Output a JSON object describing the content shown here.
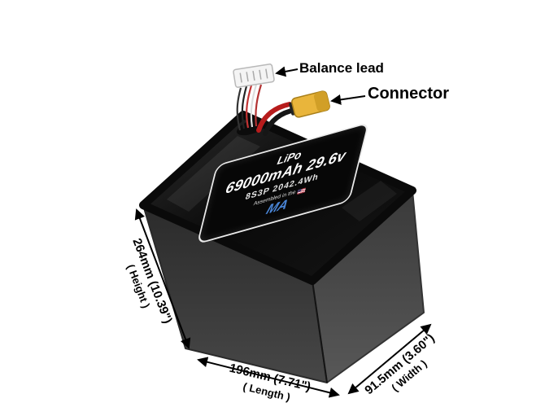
{
  "product": {
    "label": {
      "chemistry": "LiPo",
      "capacity": "69000mAh 29.6v",
      "configuration": "8S3P 2042.4Wh",
      "assembled_text": "Assembled in the",
      "logo": "MA"
    }
  },
  "callouts": {
    "balance_lead": "Balance lead",
    "connector": "Connector"
  },
  "dimensions": {
    "height": {
      "value": "264mm (10.39\")",
      "label": "( Height )"
    },
    "length": {
      "value": "196mm (7.71\")",
      "label": "( Length )"
    },
    "width": {
      "value": "91.5mm (3.60\")",
      "label": "( Width )"
    }
  },
  "colors": {
    "background": "#ffffff",
    "battery_top": "#0d0d0d",
    "battery_body": "#3a3a3a",
    "connector_yellow": "#e9b53b",
    "wire_red": "#b71c1c",
    "wire_black": "#161616",
    "logo_blue": "#4a86d8",
    "annotation": "#000000"
  }
}
